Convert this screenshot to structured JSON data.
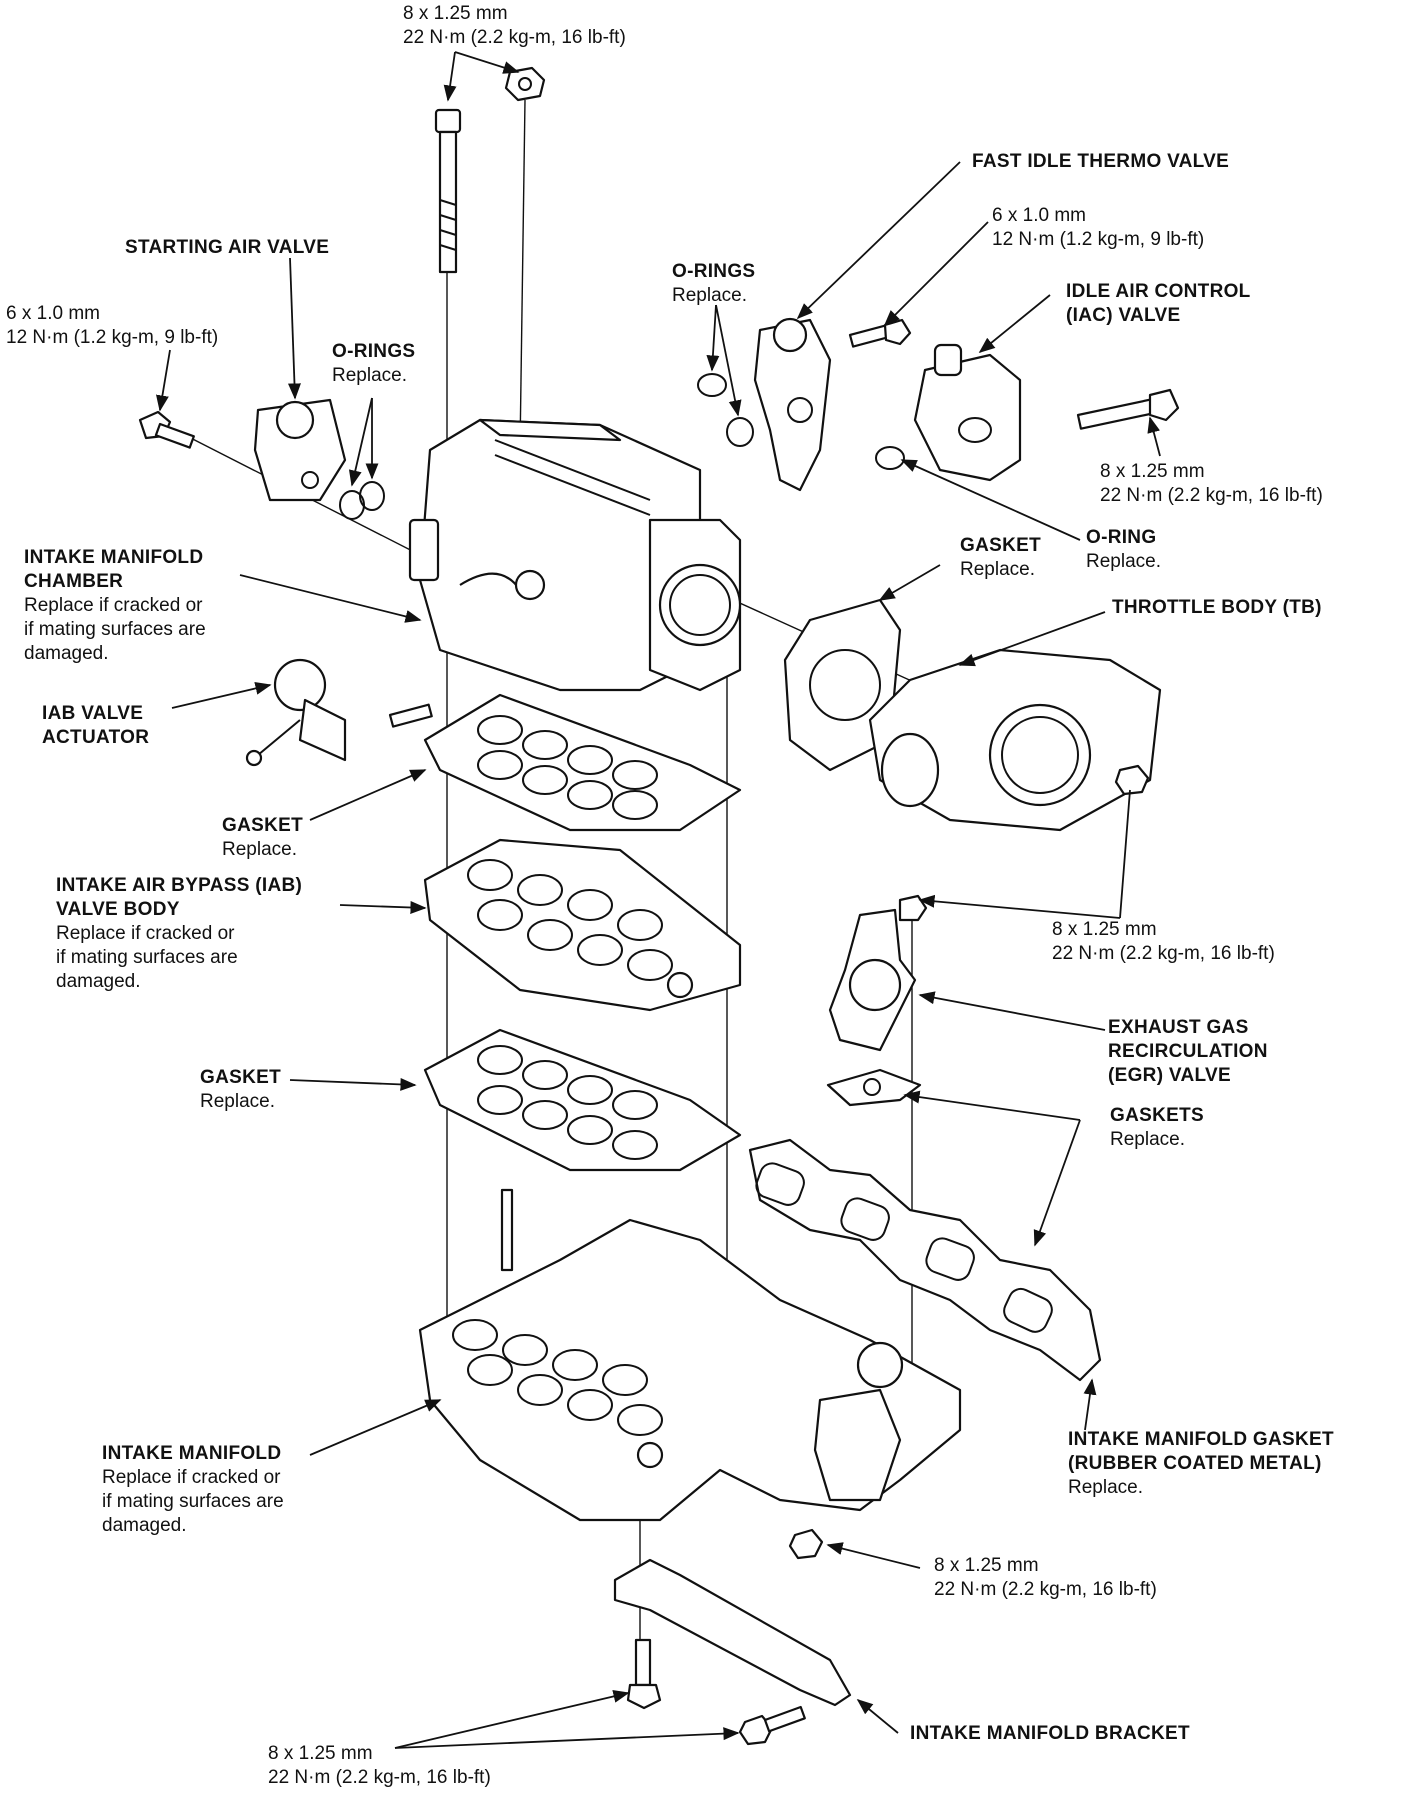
{
  "labels": {
    "top_bolt_spec": {
      "line1": "8 x 1.25 mm",
      "line2": "22 N·m (2.2 kg-m, 16 lb-ft)"
    },
    "fast_idle_thermo_valve": "FAST IDLE THERMO VALVE",
    "fitv_bolt_spec": {
      "line1": "6 x 1.0 mm",
      "line2": "12 N·m (1.2 kg-m, 9 lb-ft)"
    },
    "starting_air_valve": "STARTING AIR VALVE",
    "o_rings_right": {
      "title": "O-RINGS",
      "note": "Replace."
    },
    "iac_valve": {
      "line1": "IDLE AIR CONTROL",
      "line2": "(IAC) VALVE"
    },
    "sav_bolt_spec": {
      "line1": "6 x 1.0 mm",
      "line2": "12 N·m (1.2 kg-m, 9 lb-ft)"
    },
    "o_rings_left": {
      "title": "O-RINGS",
      "note": "Replace."
    },
    "iac_bolt_spec": {
      "line1": "8 x 1.25 mm",
      "line2": "22 N·m (2.2 kg-m, 16 lb-ft)"
    },
    "o_ring": {
      "title": "O-RING",
      "note": "Replace."
    },
    "intake_manifold_chamber": {
      "line1": "INTAKE MANIFOLD",
      "line2": "CHAMBER",
      "note1": "Replace if cracked or",
      "note2": "if mating surfaces are",
      "note3": "damaged."
    },
    "gasket_tb": {
      "title": "GASKET",
      "note": "Replace."
    },
    "throttle_body": "THROTTLE BODY (TB)",
    "iab_valve_actuator": {
      "line1": "IAB VALVE",
      "line2": "ACTUATOR"
    },
    "gasket_upper": {
      "title": "GASKET",
      "note": "Replace."
    },
    "iab_valve_body": {
      "line1": "INTAKE AIR BYPASS (IAB)",
      "line2": "VALVE BODY",
      "note1": "Replace if cracked or",
      "note2": "if mating surfaces are",
      "note3": "damaged."
    },
    "tb_nut_spec": {
      "line1": "8 x 1.25 mm",
      "line2": "22 N·m (2.2 kg-m, 16 lb-ft)"
    },
    "egr_valve": {
      "line1": "EXHAUST GAS",
      "line2": "RECIRCULATION",
      "line3": "(EGR) VALVE"
    },
    "gasket_lower": {
      "title": "GASKET",
      "note": "Replace."
    },
    "gaskets_egr": {
      "title": "GASKETS",
      "note": "Replace."
    },
    "intake_manifold": {
      "title": "INTAKE MANIFOLD",
      "note1": "Replace if cracked or",
      "note2": "if mating surfaces are",
      "note3": "damaged."
    },
    "intake_manifold_gasket": {
      "line1": "INTAKE MANIFOLD GASKET",
      "line2": "(RUBBER COATED METAL)",
      "note": "Replace."
    },
    "manifold_nut_spec": {
      "line1": "8 x 1.25 mm",
      "line2": "22 N·m (2.2 kg-m, 16 lb-ft)"
    },
    "bracket_bolt_spec": {
      "line1": "8 x 1.25 mm",
      "line2": "22 N·m (2.2 kg-m, 16 lb-ft)"
    },
    "intake_manifold_bracket": "INTAKE MANIFOLD BRACKET"
  }
}
